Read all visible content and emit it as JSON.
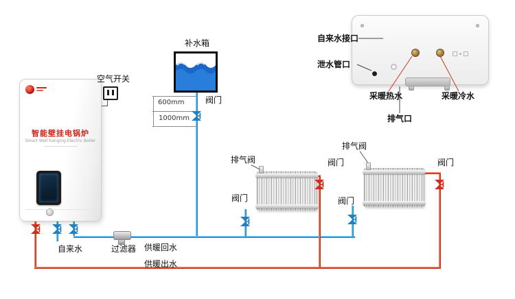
{
  "colors": {
    "pipe_hot": "#e8432a",
    "pipe_cold": "#2fa3dc",
    "tank_water": "#1b66c9",
    "brand_red": "#cf2418",
    "valve_blue": "#2180c2",
    "valve_red": "#cc2f1b"
  },
  "boiler": {
    "title": "智能壁挂电锅炉",
    "subtitle": "Smart Wall-hanging Electric Boiler"
  },
  "labels": {
    "air_switch": "空气开关",
    "water_tank": "补水箱",
    "dim_600": "600mm",
    "dim_1000": "1000mm",
    "valve": "阀门",
    "air_vent_valve": "排气阀",
    "filter": "过滤器",
    "tap_water": "自来水",
    "heating_return": "供暖回水",
    "heating_supply": "供暖出水"
  },
  "back_view": {
    "tap_water_port": "自来水接口",
    "drain_port": "泄水管口",
    "heating_hot_water": "采暖热水",
    "heating_cold_water": "采暖冷水",
    "air_outlet": "排气口"
  }
}
